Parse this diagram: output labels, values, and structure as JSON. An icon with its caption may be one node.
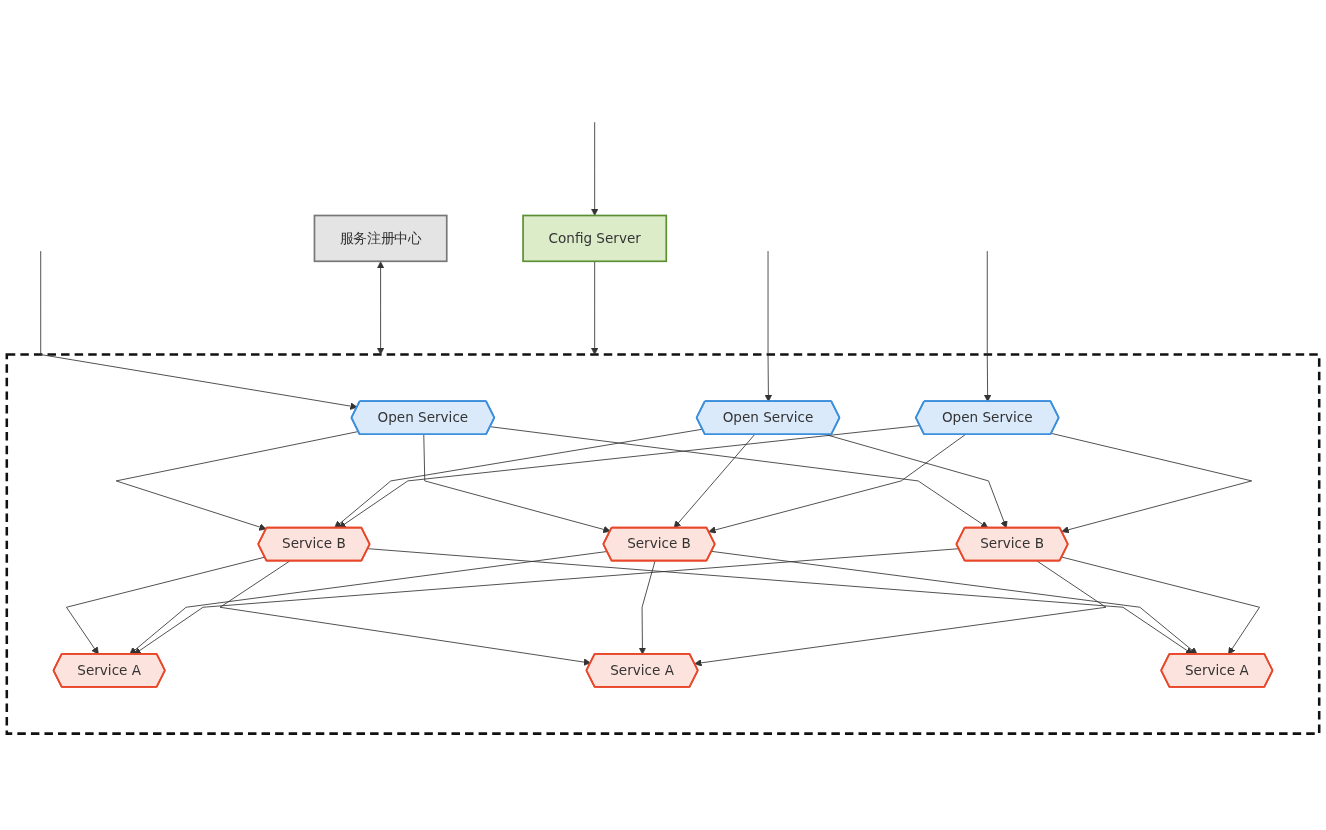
{
  "diagram": {
    "nodes": [
      {
        "text": [],
        "shape": "box"
      },
      {
        "text": [
          "Open Service"
        ],
        "in": 0
      },
      {
        "text": [
          "Open Service"
        ],
        "in": 0
      },
      {
        "text": [
          "Open Service"
        ],
        "in": 0
      },
      {
        "text": [
          "Service B"
        ],
        "in": 0
      },
      {
        "text": [
          "Service B"
        ],
        "in": 0
      },
      {
        "text": [
          "Service B"
        ],
        "in": 0
      },
      {
        "text": [
          "Service A"
        ],
        "in": 0
      },
      {
        "text": [
          "Service A"
        ],
        "in": 0
      },
      {
        "text": [
          "Service A"
        ],
        "in": 0
      },
      {
        "text": [
          "服务注册中心"
        ]
      },
      {
        "text": [
          "Config Server"
        ]
      }
    ],
    "edges": [
      {
        "from": null,
        "to": 1,
        "arrow": "to"
      },
      {
        "from": null,
        "to": 2,
        "arrow": "to"
      },
      {
        "from": null,
        "to": 3,
        "arrow": "to"
      },
      {
        "from": 1,
        "to": 4,
        "arrow": "to"
      },
      {
        "from": 1,
        "to": 5,
        "arrow": "to"
      },
      {
        "from": 1,
        "to": 6,
        "arrow": "to"
      },
      {
        "from": 2,
        "to": 4,
        "arrow": "to"
      },
      {
        "from": 2,
        "to": 5,
        "arrow": "to"
      },
      {
        "from": 2,
        "to": 6,
        "arrow": "to"
      },
      {
        "from": 3,
        "to": 4,
        "arrow": "to"
      },
      {
        "from": 3,
        "to": 5,
        "arrow": "to"
      },
      {
        "from": 3,
        "to": 6,
        "arrow": "to"
      },
      {
        "from": 4,
        "to": 7,
        "arrow": "to"
      },
      {
        "from": 4,
        "to": 8,
        "arrow": "to"
      },
      {
        "from": 4,
        "to": 9,
        "arrow": "to"
      },
      {
        "from": 5,
        "to": 7,
        "arrow": "to"
      },
      {
        "from": 5,
        "to": 8,
        "arrow": "to"
      },
      {
        "from": 5,
        "to": 9,
        "arrow": "to"
      },
      {
        "from": 6,
        "to": 7,
        "arrow": "to"
      },
      {
        "from": 6,
        "to": 8,
        "arrow": "to"
      },
      {
        "from": 6,
        "to": 9,
        "arrow": "to"
      },
      {
        "from": 10,
        "to": 0,
        "arrow": "both"
      },
      {
        "from": 11,
        "to": 0,
        "arrow": "to"
      },
      {
        "from": null,
        "to": 11,
        "arrow": "to"
      }
    ]
  }
}
